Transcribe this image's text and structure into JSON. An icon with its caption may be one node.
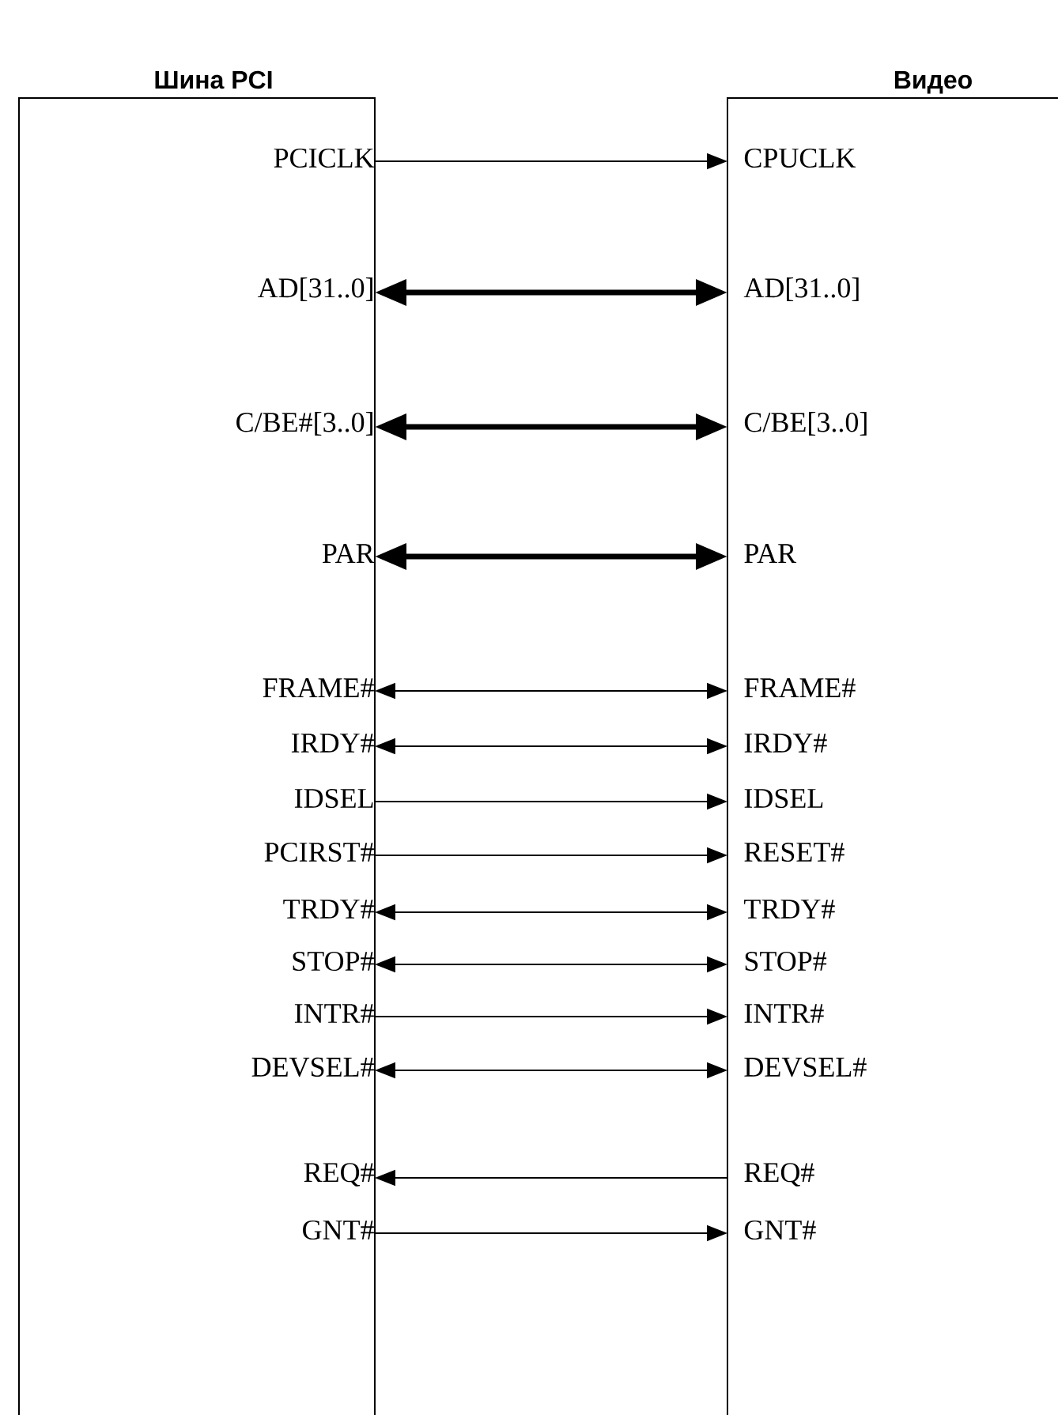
{
  "diagram": {
    "nodes": [
      {
        "text": [
          "Шина PCI"
        ]
      },
      {
        "text": [
          "Видео"
        ]
      },
      {
        "text": [
          "PCICLK"
        ],
        "in": 0
      },
      {
        "text": [
          "AD[31..0]"
        ],
        "in": 0
      },
      {
        "text": [
          "C/BE#[3..0]"
        ],
        "in": 0
      },
      {
        "text": [
          "PAR"
        ],
        "in": 0
      },
      {
        "text": [
          "FRAME#"
        ],
        "in": 0
      },
      {
        "text": [
          "IRDY#"
        ],
        "in": 0
      },
      {
        "text": [
          "IDSEL"
        ],
        "in": 0
      },
      {
        "text": [
          "PCIRST#"
        ],
        "in": 0
      },
      {
        "text": [
          "TRDY#"
        ],
        "in": 0
      },
      {
        "text": [
          "STOP#"
        ],
        "in": 0
      },
      {
        "text": [
          "INTR#"
        ],
        "in": 0
      },
      {
        "text": [
          "DEVSEL#"
        ],
        "in": 0
      },
      {
        "text": [
          "REQ#"
        ],
        "in": 0
      },
      {
        "text": [
          "GNT#"
        ],
        "in": 0
      },
      {
        "text": [
          "CPUCLK"
        ],
        "in": 1
      },
      {
        "text": [
          "AD[31..0]"
        ],
        "in": 1
      },
      {
        "text": [
          "C/BE[3..0]"
        ],
        "in": 1
      },
      {
        "text": [
          "PAR"
        ],
        "in": 1
      },
      {
        "text": [
          "FRAME#"
        ],
        "in": 1
      },
      {
        "text": [
          "IRDY#"
        ],
        "in": 1
      },
      {
        "text": [
          "IDSEL"
        ],
        "in": 1
      },
      {
        "text": [
          "RESET#"
        ],
        "in": 1
      },
      {
        "text": [
          "TRDY#"
        ],
        "in": 1
      },
      {
        "text": [
          "STOP#"
        ],
        "in": 1
      },
      {
        "text": [
          "INTR#"
        ],
        "in": 1
      },
      {
        "text": [
          "DEVSEL#"
        ],
        "in": 1
      },
      {
        "text": [
          "REQ#"
        ],
        "in": 1
      },
      {
        "text": [
          "GNT#"
        ],
        "in": 1
      }
    ],
    "edges": [
      {
        "from": 2,
        "to": 16,
        "arrow": "to"
      },
      {
        "from": 3,
        "to": 17,
        "arrow": "both",
        "style": "thick"
      },
      {
        "from": 4,
        "to": 18,
        "arrow": "both",
        "style": "thick"
      },
      {
        "from": 5,
        "to": 19,
        "arrow": "both",
        "style": "thick"
      },
      {
        "from": 6,
        "to": 20,
        "arrow": "both"
      },
      {
        "from": 7,
        "to": 21,
        "arrow": "both"
      },
      {
        "from": 8,
        "to": 22,
        "arrow": "to"
      },
      {
        "from": 9,
        "to": 23,
        "arrow": "to"
      },
      {
        "from": 10,
        "to": 24,
        "arrow": "both"
      },
      {
        "from": 11,
        "to": 25,
        "arrow": "both"
      },
      {
        "from": 12,
        "to": 26,
        "arrow": "to"
      },
      {
        "from": 13,
        "to": 27,
        "arrow": "both"
      },
      {
        "from": 28,
        "to": 14,
        "arrow": "to"
      },
      {
        "from": 15,
        "to": 29,
        "arrow": "to"
      }
    ]
  }
}
